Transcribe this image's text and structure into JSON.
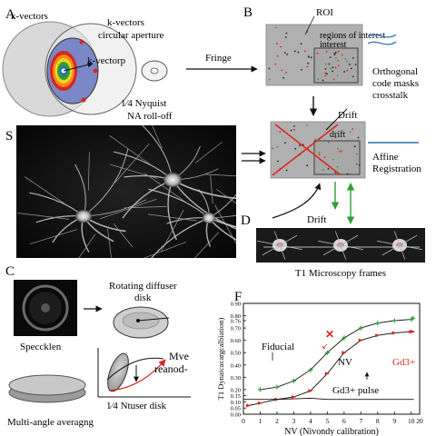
{
  "panels": {
    "A": {
      "letter": "A",
      "kvectors": "k-vectors",
      "aperture_line1": "k-vectors",
      "aperture_line2": "circular aperture",
      "kvector_label": "k-vectorp",
      "nyquist_line1": "1⁄4 Nyquist",
      "nyquist_line2": "NA roll-off"
    },
    "B": {
      "letter": "B",
      "arrow_label": "Fringe",
      "roi": "ROI",
      "regions_line1": "regions of interest",
      "regions_line2": "interest",
      "ortho_line1": "Orthogonal",
      "ortho_line2": "code masks",
      "ortho_line3": "crosstalk"
    },
    "S": {
      "letter": "S",
      "drift_top": "Drift",
      "drift_inner": "drift",
      "affine_line1": "Affine",
      "affine_line2": "Registration",
      "drift_bottom": "Drift"
    },
    "D": {
      "letter": "D",
      "caption": "T1 Microscopy frames"
    },
    "C": {
      "letter": "C",
      "speckle": "Speccklen",
      "rotating_line1": "Rotating diffuser",
      "rotating_line2": "disk",
      "mve_line1": "Mve",
      "mve_line2": "reanod-",
      "ntuser": "1⁄4 Ntuser disk",
      "multi": "Multi-angle averagng"
    },
    "F": {
      "letter": "F",
      "fiducial": "Fiducial",
      "nv": "NV",
      "gd": "Gd3+",
      "pulse": "Gd3+ pulse"
    }
  },
  "colors": {
    "red": "#d8261f",
    "green": "#2e9e35",
    "blue": "#2a6fb5",
    "gray_box": "#b0b0b0"
  },
  "chart_data": {
    "type": "line",
    "title": "",
    "xlabel": "NV (Nivondy calibration)",
    "ylabel": "T1 Dynaicacargcalbiation)",
    "xlim": [
      0,
      20
    ],
    "ylim": [
      0,
      0.9
    ],
    "x_ticks": [
      "0",
      "1",
      "2",
      "3",
      "4",
      "5",
      "6",
      "7",
      "8",
      "9",
      "10",
      "20"
    ],
    "y_ticks": [
      "0.00",
      "0.05",
      "0.10",
      "0.15",
      "0.20",
      "0.30",
      "0.40",
      "0.50",
      "0.60",
      "0.70",
      "0.76",
      "0.80",
      "0.90"
    ],
    "series": [
      {
        "color": "#2e9e35",
        "marker": "plus",
        "x": [
          1,
          2,
          3,
          4,
          5,
          6,
          7,
          8,
          9,
          10,
          12
        ],
        "y": [
          0.2,
          0.22,
          0.27,
          0.36,
          0.5,
          0.62,
          0.7,
          0.74,
          0.76,
          0.77,
          0.78
        ]
      },
      {
        "color": "#d8261f",
        "marker": "triangle",
        "x": [
          0.3,
          1,
          2,
          3,
          4,
          5,
          6,
          7,
          8,
          9,
          10,
          12
        ],
        "y": [
          0.07,
          0.09,
          0.12,
          0.14,
          0.19,
          0.33,
          0.5,
          0.6,
          0.64,
          0.66,
          0.67,
          0.67
        ]
      },
      {
        "color": "#111111",
        "marker": "none",
        "x": [
          0,
          2,
          4,
          5,
          7,
          10,
          13
        ],
        "y": [
          0.12,
          0.12,
          0.13,
          0.12,
          0.12,
          0.12,
          0.12
        ]
      }
    ]
  }
}
